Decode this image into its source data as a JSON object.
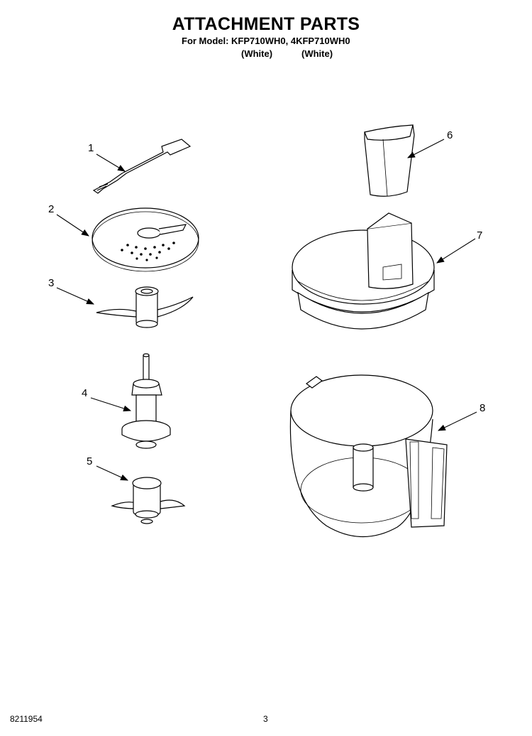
{
  "header": {
    "title": "ATTACHMENT PARTS",
    "model_line": "For Model: KFP710WH0, 4KFP710WH0",
    "color_1": "(White)",
    "color_2": "(White)"
  },
  "callouts": [
    "1",
    "2",
    "3",
    "4",
    "5",
    "6",
    "7",
    "8"
  ],
  "footer": {
    "doc_number": "8211954",
    "page_number": "3"
  }
}
